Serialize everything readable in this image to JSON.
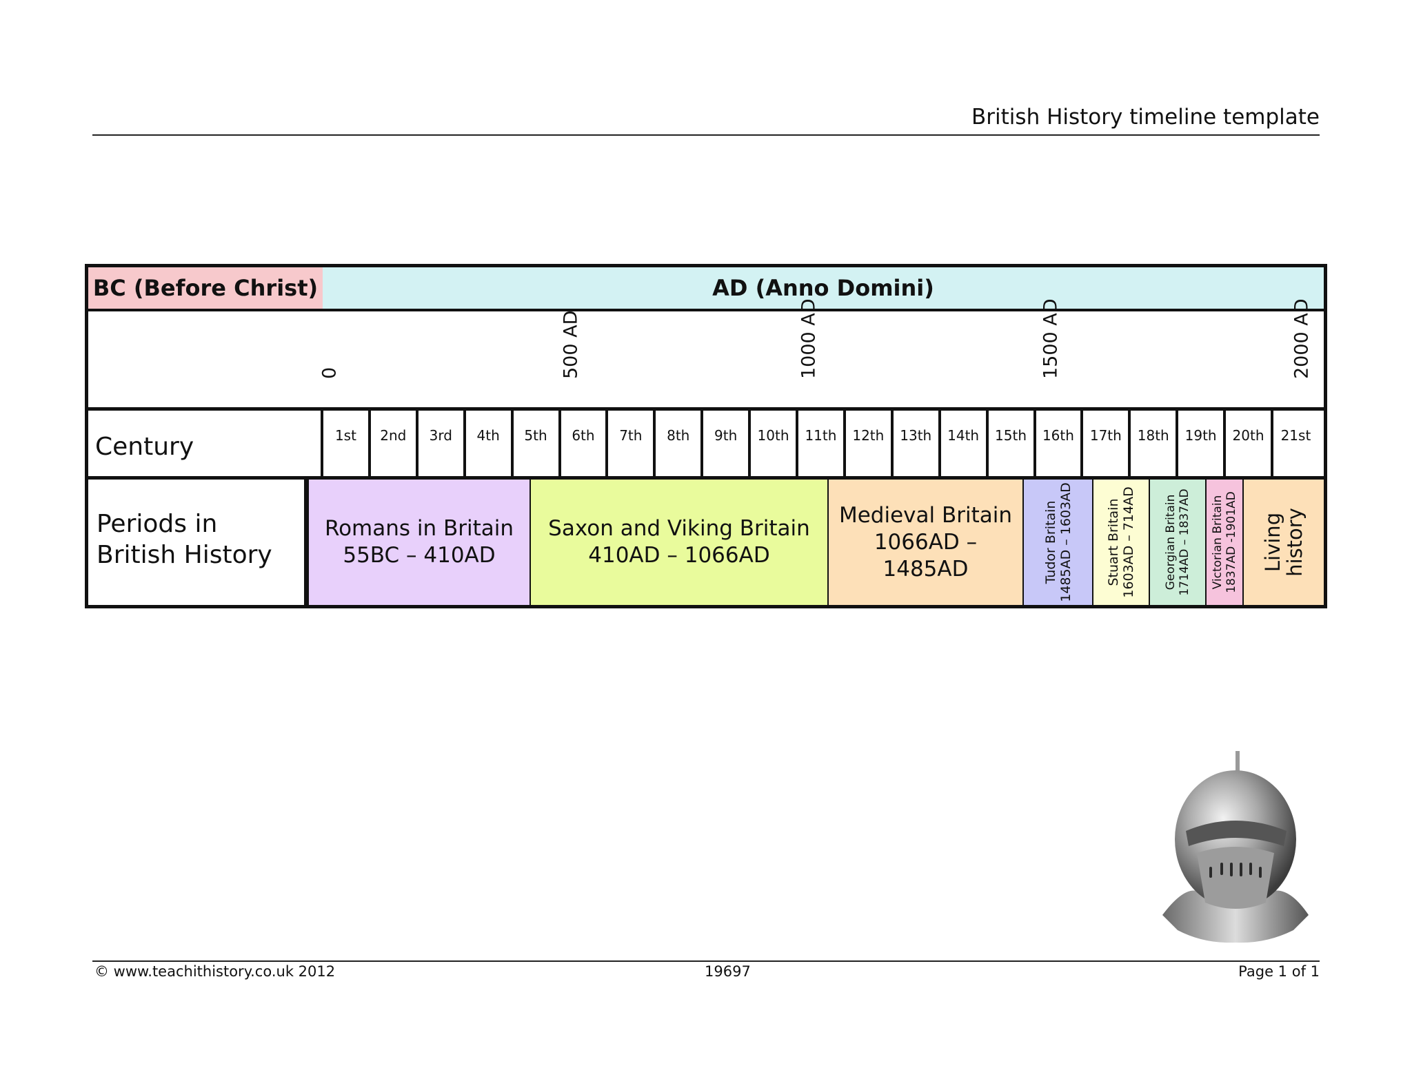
{
  "header": {
    "title": "British History timeline template"
  },
  "timeline": {
    "era": {
      "bc": {
        "label": "BC (Before Christ)",
        "color": "#f7c9cc"
      },
      "ad": {
        "label": "AD (Anno Domini)",
        "color": "#d3f2f3"
      }
    },
    "dates": [
      "0",
      "500 AD",
      "1000 AD",
      "1500 AD",
      "2000 AD"
    ],
    "century_label": "Century",
    "centuries": [
      "1st",
      "2nd",
      "3rd",
      "4th",
      "5th",
      "6th",
      "7th",
      "8th",
      "9th",
      "10th",
      "11th",
      "12th",
      "13th",
      "14th",
      "15th",
      "16th",
      "17th",
      "18th",
      "19th",
      "20th",
      "21st"
    ],
    "periods_label": "Periods in British History",
    "periods": [
      {
        "name": "Romans in Britain",
        "dates": "55BC – 410AD",
        "color": "#e8d0fb"
      },
      {
        "name": "Saxon and Viking Britain",
        "dates": "410AD – 1066AD",
        "color": "#e9fb9c"
      },
      {
        "name": "Medieval Britain",
        "dates": "1066AD – 1485AD",
        "color": "#fde0b8"
      },
      {
        "name": "Tudor Britain",
        "dates": "1485AD – 1603AD",
        "color": "#c8c8f8"
      },
      {
        "name": "Stuart Britain",
        "dates": "1603AD – 714AD",
        "color": "#fdfdd3"
      },
      {
        "name": "Georgian Britain",
        "dates": "1714AD – 1837AD",
        "color": "#cdeed9"
      },
      {
        "name": "Victorian Britain",
        "dates": "1837AD -1901AD",
        "color": "#f6c3dd"
      },
      {
        "name": "Living",
        "dates": "history",
        "color": "#fde0b8"
      }
    ]
  },
  "image": {
    "icon": "knight-helmet-icon"
  },
  "footer": {
    "copyright": "© www.teachithistory.co.uk 2012",
    "code": "19697",
    "page": "Page 1 of 1"
  }
}
